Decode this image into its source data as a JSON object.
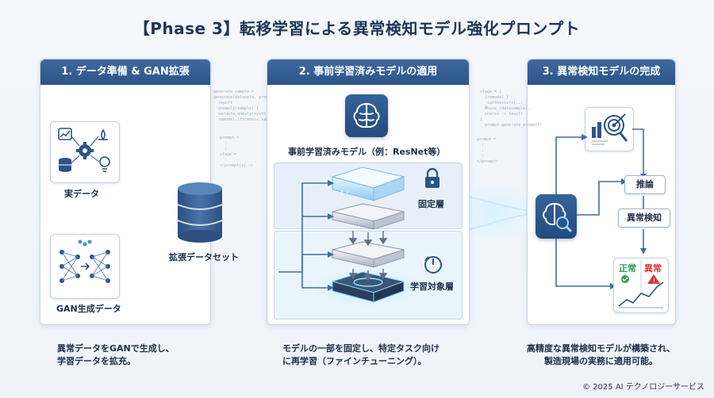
{
  "title": "【Phase 3】転移学習による異常検知モデル強化プロンプト",
  "panels": [
    {
      "header": "1. データ準備 & GAN拡張",
      "real_data_label": "実データ",
      "gan_data_label": "GAN生成データ",
      "dataset_label": "拡張データセット",
      "description_lines": [
        "異常データをGANで生成し、",
        "学習データを拡充。"
      ]
    },
    {
      "header": "2. 事前学習済みモデルの適用",
      "model_label": "事前学習済みモデル（例：ResNet等）",
      "frozen_label": "固定層",
      "trainable_label": "学習対象層",
      "description_lines": [
        "モデルの一部を固定し、特定タスク向け",
        "に再学習（ファインチューニング）。"
      ]
    },
    {
      "header": "3. 異常検知モデルの完成",
      "inference_label": "推論",
      "detection_label": "異常検知",
      "normal_label": "正常",
      "anomaly_label": "異常",
      "description_lines": [
        "高精度な異常検知モデルが構築され、",
        "製造現場の実務に適用可能。"
      ]
    }
  ],
  "code_snippets": {
    "a": "generate_sample = \ngenerate(datasets, prompt) =\n  report\n  anomaly(sample) {\n  vardata.anmaly(synth)...\n  remodel.(forensic.sample)",
    "b": "prompt =\n  :\n  :\nstage =\n  :\n</prompt(v) ->",
    "c": "stage = [\n  {remodel_}\n  _synthesis(s)..._\n  #base_(datasample)..\n  shares -> result\n}\n  prompt.generate_prompt()",
    "d": "prompt =\n  :\n  :\n  :\n</prompt>"
  },
  "colors": {
    "header_bg": "#2c5488",
    "accent_blue": "#4a8fd0",
    "normal": "#2f9e54",
    "anomaly": "#d63a3a"
  },
  "footer": "© 2025 AI テクノロジーサービス"
}
